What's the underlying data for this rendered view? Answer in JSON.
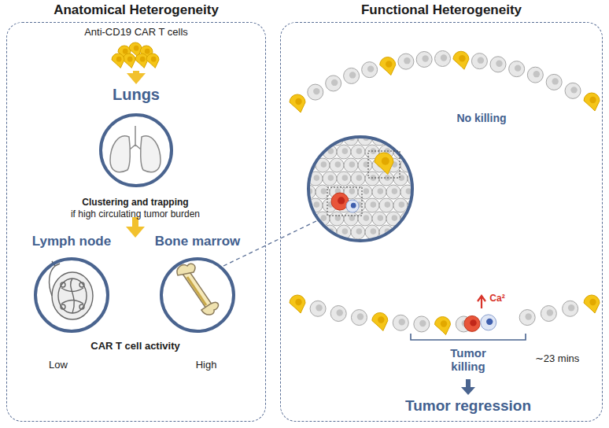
{
  "diagram": {
    "nodes": [
      {
        "text": [
          "Anatomical Heterogeneity"
        ]
      },
      {
        "text": [
          "Anti-CD19 CAR T cells"
        ],
        "in": 0
      },
      {
        "text": [
          "Lungs"
        ],
        "in": 0
      },
      {
        "text": [
          "Lymph node"
        ],
        "in": 0
      },
      {
        "text": [
          "Bone marrow"
        ],
        "in": 0
      },
      {
        "text": [
          "Functional Heterogeneity"
        ]
      }
    ],
    "edges": [
      {
        "from": 1,
        "to": 2,
        "arrow": "to"
      }
    ],
    "labels": [
      "Clustering and trapping",
      "if high circulating tumor burden",
      "CAR T cell activity",
      "Low",
      "High",
      "No killing",
      "Ca²",
      "Tumor killing",
      "∼23 mins",
      "Tumor regression"
    ]
  }
}
